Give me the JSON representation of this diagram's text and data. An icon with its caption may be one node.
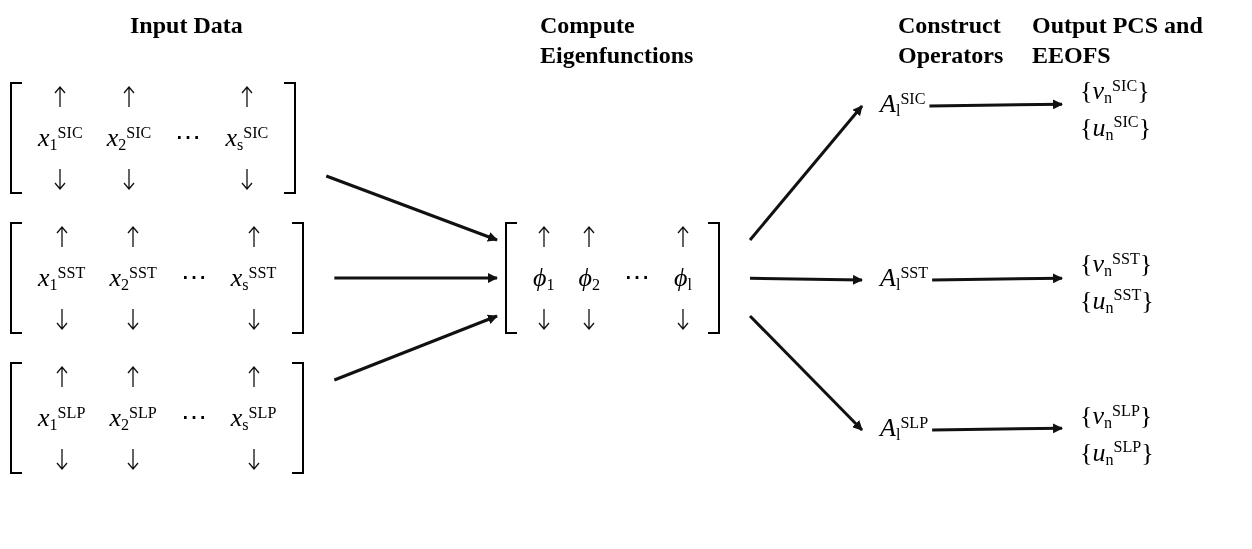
{
  "diagram": {
    "nodes": [
      {
        "text": [
          "*x*$_{1}$$^{SIC}$",
          "*x*$_{2}$$^{SIC}$",
          "⋯",
          "*x*$_{s}$$^{SIC}$"
        ]
      },
      {
        "text": [
          "*x*$_{1}$$^{SST}$",
          "*x*$_{2}$$^{SST}$",
          "⋯",
          "*x*$_{s}$$^{SST}$"
        ]
      },
      {
        "text": [
          "*x*$_{1}$$^{SLP}$",
          "*x*$_{2}$$^{SLP}$",
          "⋯",
          "*x*$_{s}$$^{SLP}$"
        ]
      },
      {
        "text": [
          "*ϕ*$_{1}$",
          "*ϕ*$_{2}$",
          "⋯",
          "*ϕ*$_{l}$"
        ]
      },
      {
        "text": [
          "*A*$_{l}$$^{SIC}$"
        ]
      },
      {
        "text": [
          "*A*$_{l}$$^{SST}$"
        ]
      },
      {
        "text": [
          "*A*$_{l}$$^{SLP}$"
        ]
      },
      {
        "text": [
          "{*v*$_{n}$$^{SIC}$}",
          "{*u*$_{n}$$^{SIC}$}"
        ]
      },
      {
        "text": [
          "{*v*$_{n}$$^{SST}$}",
          "{*u*$_{n}$$^{SST}$}"
        ]
      },
      {
        "text": [
          "{*v*$_{n}$$^{SLP}$}",
          "{*u*$_{n}$$^{SLP}$}"
        ]
      }
    ],
    "edges": [
      {
        "from": 0,
        "to": 3,
        "arrow": "to"
      },
      {
        "from": 1,
        "to": 3,
        "arrow": "to"
      },
      {
        "from": 2,
        "to": 3,
        "arrow": "to"
      },
      {
        "from": 3,
        "to": 4,
        "arrow": "to"
      },
      {
        "from": 3,
        "to": 5,
        "arrow": "to"
      },
      {
        "from": 3,
        "to": 6,
        "arrow": "to"
      },
      {
        "from": 4,
        "to": 7,
        "arrow": "to"
      },
      {
        "from": 5,
        "to": 8,
        "arrow": "to"
      },
      {
        "from": 6,
        "to": 9,
        "arrow": "to"
      }
    ],
    "labels": [
      "Input Data",
      "Compute Eigenfunctions",
      "Construct Operators",
      "Output PCS and EEOFS"
    ]
  }
}
